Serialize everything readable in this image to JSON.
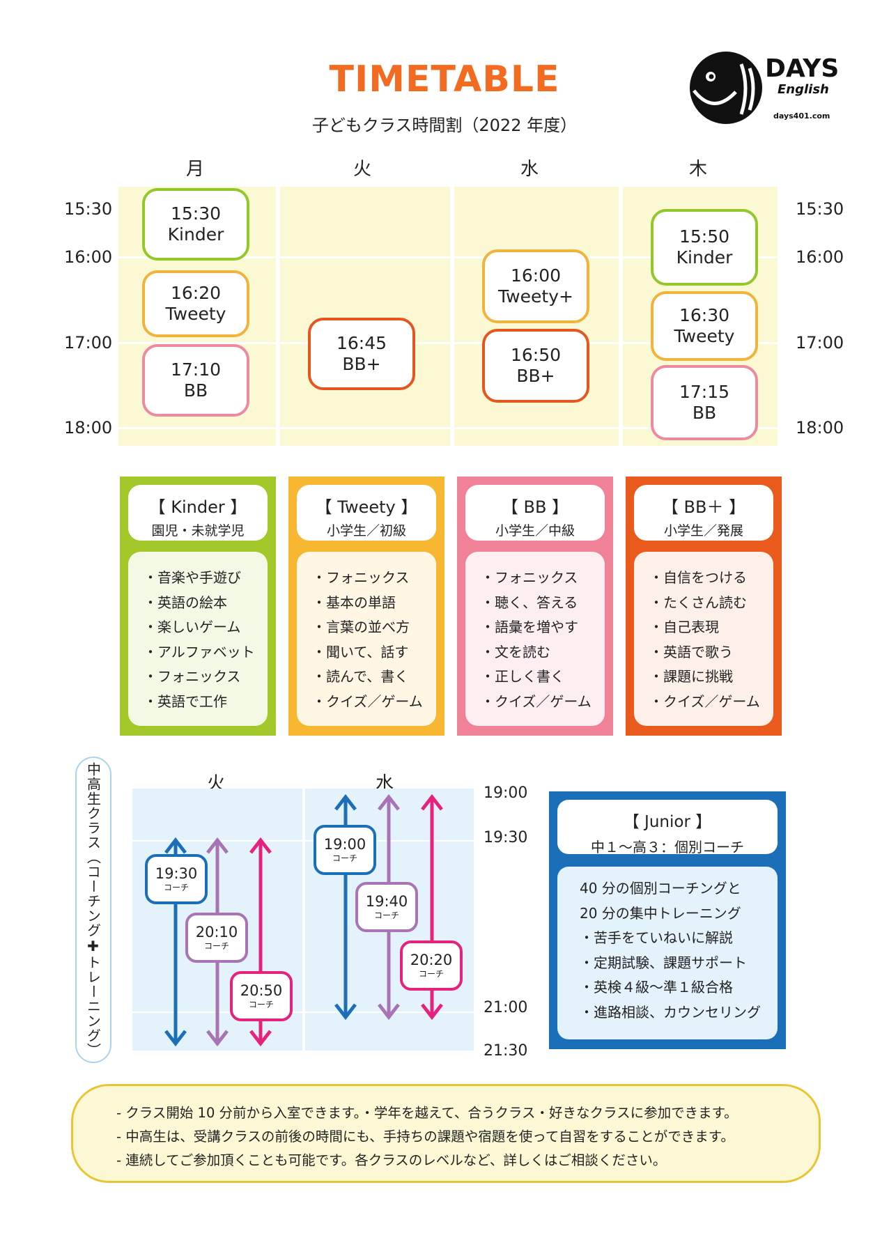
{
  "header": {
    "title": "TIMETABLE",
    "subtitle": "子どもクラス時間割（2022 年度）"
  },
  "logo": {
    "name": "DAYS",
    "sub": "English",
    "url": "days401.com"
  },
  "kids": {
    "days": [
      "月",
      "火",
      "水",
      "木"
    ],
    "times": [
      "15:30",
      "16:00",
      "17:00",
      "18:00"
    ],
    "classes": [
      {
        "time": "15:30",
        "name": "Kinder"
      },
      {
        "time": "16:20",
        "name": "Tweety"
      },
      {
        "time": "17:10",
        "name": "BB"
      },
      {
        "time": "16:45",
        "name": "BB+"
      },
      {
        "time": "16:00",
        "name": "Tweety+"
      },
      {
        "time": "16:50",
        "name": "BB+"
      },
      {
        "time": "15:50",
        "name": "Kinder"
      },
      {
        "time": "16:30",
        "name": "Tweety"
      },
      {
        "time": "17:15",
        "name": "BB"
      }
    ]
  },
  "levels": [
    {
      "title": "【 Kinder 】",
      "sub": "園児・未就学児",
      "color": "#a2c929",
      "body": "#f3f9e4",
      "items": [
        "・音楽や手遊び",
        "・英語の絵本",
        "・楽しいゲーム",
        "・アルファベット",
        "・フォニックス",
        "・英語で工作"
      ]
    },
    {
      "title": "【 Tweety 】",
      "sub": "小学生／初級",
      "color": "#f7b731",
      "body": "#fff7e4",
      "items": [
        "・フォニックス",
        "・基本の単語",
        "・言葉の並べ方",
        "・聞いて、話す",
        "・読んで、書く",
        "・クイズ／ゲーム"
      ]
    },
    {
      "title": "【 BB 】",
      "sub": "小学生／中級",
      "color": "#ef8296",
      "body": "#fdeff1",
      "items": [
        "・フォニックス",
        "・聴く、答える",
        "・語彙を増やす",
        "・文を読む",
        "・正しく書く",
        "・クイズ／ゲーム"
      ]
    },
    {
      "title": "【 BB＋ 】",
      "sub": "小学生／発展",
      "color": "#ea5a1c",
      "body": "#fdf0e8",
      "items": [
        "・自信をつける",
        "・たくさん読む",
        "・自己表現",
        "・英語で歌う",
        "・課題に挑戦",
        "・クイズ／ゲーム"
      ]
    }
  ],
  "junior_schedule": {
    "side_label": "中高生クラス（コーチング✚トレーニング）",
    "days": [
      "火",
      "水"
    ],
    "times": [
      "19:00",
      "19:30",
      "21:00",
      "21:30"
    ],
    "slots": [
      {
        "time": "19:30",
        "label": "コーチ"
      },
      {
        "time": "20:10",
        "label": "コーチ"
      },
      {
        "time": "20:50",
        "label": "コーチ"
      },
      {
        "time": "19:00",
        "label": "コーチ"
      },
      {
        "time": "19:40",
        "label": "コーチ"
      },
      {
        "time": "20:20",
        "label": "コーチ"
      }
    ]
  },
  "junior": {
    "title": "【 Junior 】",
    "sub": "中１〜高３：個別コーチ",
    "items": [
      "40 分の個別コーチングと",
      "20 分の集中トレーニング",
      "・苦手をていねいに解説",
      "・定期試験、課題サポート",
      "・英検４級〜準１級合格",
      "・進路相談、カウンセリング"
    ]
  },
  "notes": [
    "- クラス開始 10 分前から入室できます。・学年を越えて、合うクラス・好きなクラスに参加できます。",
    "- 中高生は、受講クラスの前後の時間にも、手持ちの課題や宿題を使って自習をすることができます。",
    "- 連続してご参加頂くことも可能です。各クラスのレベルなど、詳しくはご相談ください。"
  ],
  "colors": {
    "title": "#f26b21",
    "kinder": "#93c82b",
    "tweety": "#f2b33d",
    "bb": "#ee8aa0",
    "bbplus": "#e5571f",
    "arrow_blue": "#1b6fb8",
    "arrow_purple": "#a874b4",
    "arrow_pink": "#e5237f"
  }
}
